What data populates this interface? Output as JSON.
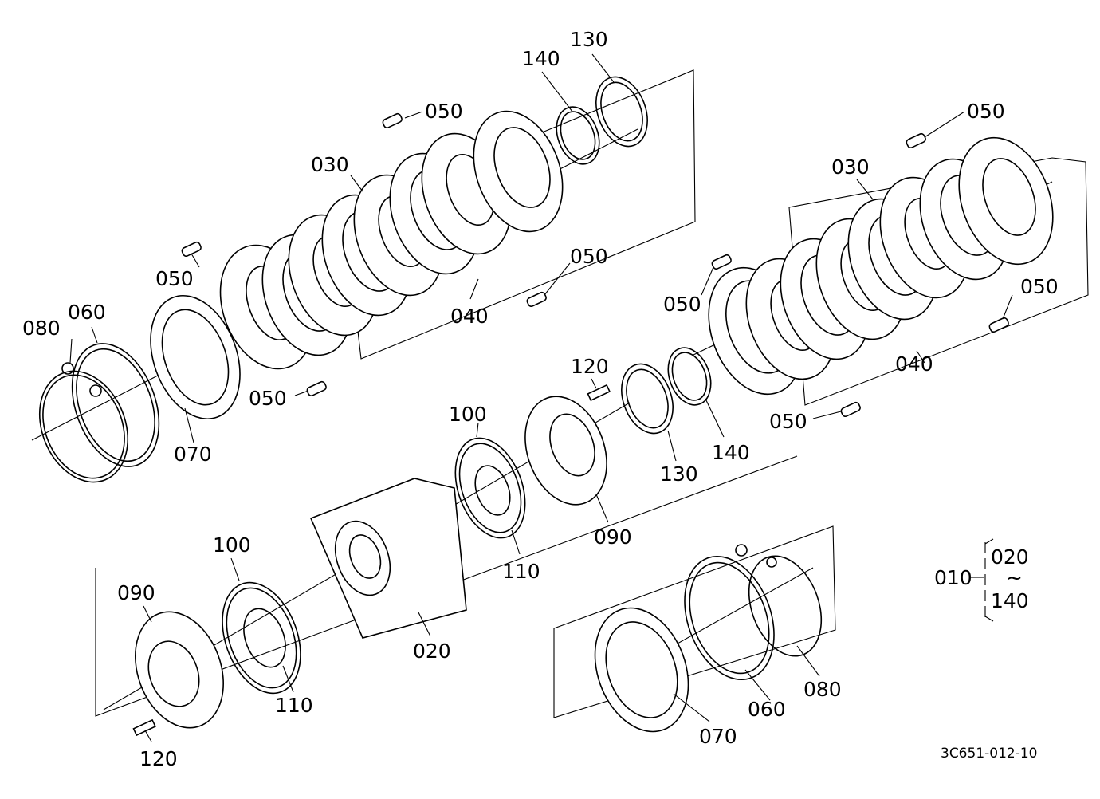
{
  "labels": {
    "p010": "010",
    "p020": "020",
    "p030": "030",
    "p040": "040",
    "p050": "050",
    "p060": "060",
    "p070": "070",
    "p080": "080",
    "p090": "090",
    "p100": "100",
    "p110": "110",
    "p120": "120",
    "p130": "130",
    "p140": "140"
  },
  "assembly_range": {
    "parent": "010",
    "from": "020",
    "to": "140",
    "tilde": "~"
  },
  "drawing_number": "3C651-012-10"
}
